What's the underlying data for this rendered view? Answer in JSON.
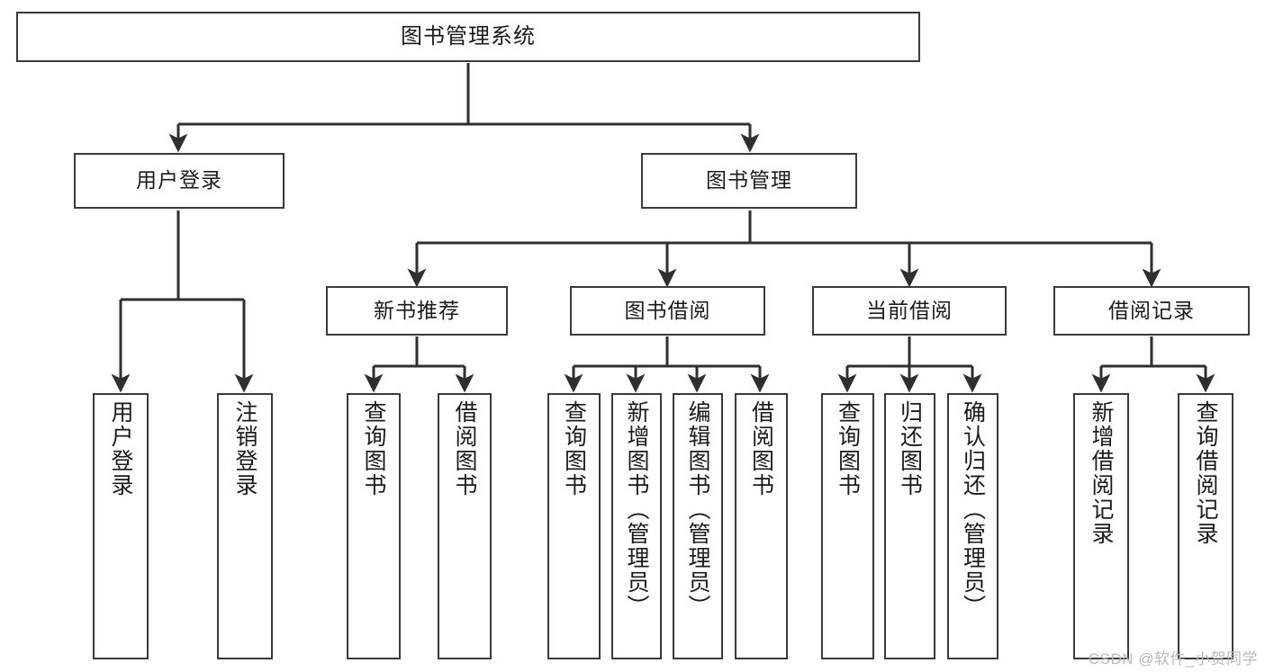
{
  "diagram": {
    "title": "图书管理系统",
    "stroke_color": "#3a3a3a",
    "text_color": "#1b1b1b",
    "background_color": "#ffffff",
    "nodes": {
      "root": "图书管理系统",
      "level2": {
        "user_login": "用户登录",
        "book_manage": "图书管理"
      },
      "level3": {
        "new_book_recommend": "新书推荐",
        "book_borrow": "图书借阅",
        "current_borrow": "当前借阅",
        "borrow_record": "借阅记录"
      },
      "leaves": {
        "user_login_1": "用户登录",
        "user_login_2": "注销登录",
        "recommend_1": "查询图书",
        "recommend_2": "借阅图书",
        "borrow_1": "查询图书",
        "borrow_2": "新增图书（管理员）",
        "borrow_3": "编辑图书（管理员）",
        "borrow_4": "借阅图书",
        "current_1": "查询图书",
        "current_2": "归还图书",
        "current_3": "确认归还（管理员）",
        "record_1": "新增借阅记录",
        "record_2": "查询借阅记录"
      }
    }
  },
  "watermark": {
    "text": "CSDN @软件_小贺同学",
    "color": "#b9b9b9"
  }
}
